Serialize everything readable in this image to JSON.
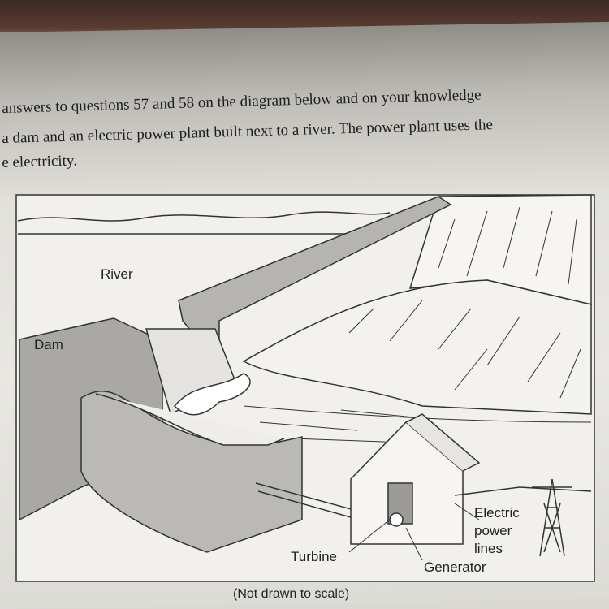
{
  "intro": {
    "line1": "answers to questions 57 and 58 on the diagram below and on your knowledge",
    "line2": "a dam and an electric power plant built next to a river. The power plant uses the",
    "line3": "e electricity."
  },
  "diagram": {
    "labels": {
      "river": "River",
      "dam": "Dam",
      "turbine": "Turbine",
      "generator": "Generator",
      "power_lines": [
        "Electric",
        "power",
        "lines"
      ]
    },
    "caption": "(Not drawn to scale)"
  }
}
